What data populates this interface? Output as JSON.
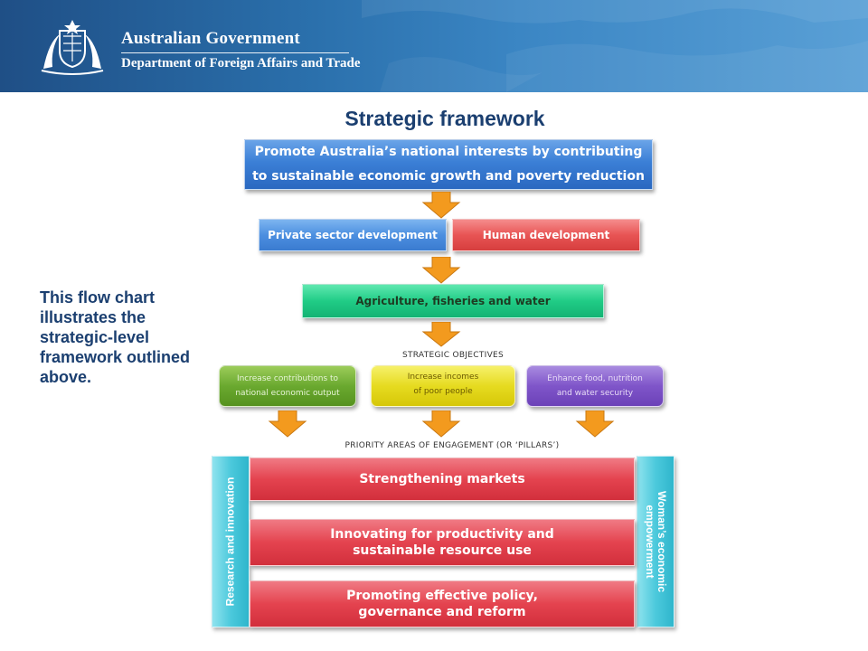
{
  "header": {
    "government": "Australian Government",
    "department": "Department of Foreign Affairs and Trade",
    "brand_color": "#1f4f86"
  },
  "title": "Strategic framework",
  "side_note": "This flow chart illustrates the strategic-level framework outlined above.",
  "framework": {
    "goal": [
      "Promote Australia’s national interests by contributing",
      "to sustainable economic growth and poverty reduction"
    ],
    "development_areas": [
      "Private sector development",
      "Human development"
    ],
    "focus": "Agriculture, fisheries and water",
    "objectives_heading": "STRATEGIC  OBJECTIVES",
    "objectives": [
      [
        "Increase contributions  to",
        "national economic output"
      ],
      [
        "Increase incomes",
        "of poor people"
      ],
      [
        "Enhance food, nutrition",
        "and water security"
      ]
    ],
    "pillars_heading": "PRIORITY AREAS OF ENGAGEMENT  (OR ‘PILLARS’)",
    "pillars": [
      [
        "Strengthening markets"
      ],
      [
        "Innovating for productivity and",
        "sustainable resource use"
      ],
      [
        "Promoting effective policy,",
        "governance and reform"
      ]
    ],
    "cross_cutting_left": "Research  and  innovation",
    "cross_cutting_right": [
      "Woman’s economic",
      "empowerment"
    ]
  },
  "colors": {
    "goal": "#3b7fd6",
    "private": "#4c8fe0",
    "human": "#e85454",
    "focus": "#20cc86",
    "objective_1": "#6aa92f",
    "objective_2": "#e6db20",
    "objective_3": "#7f55c9",
    "pillars": "#e4434f",
    "cross_cutting": "#4cc9dc",
    "arrow": "#f39a1e"
  }
}
